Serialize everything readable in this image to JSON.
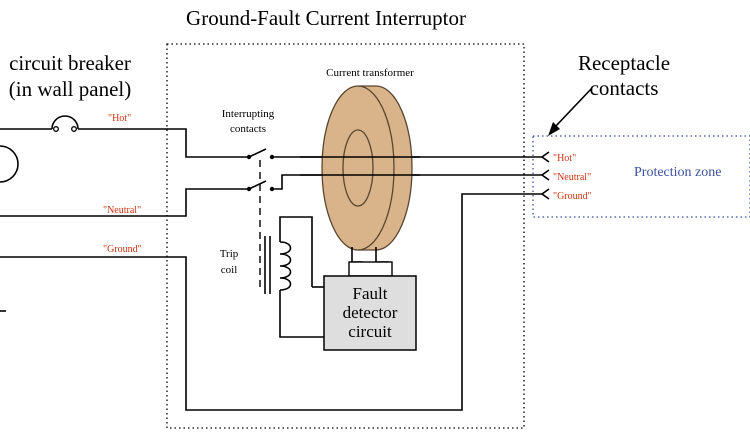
{
  "title": "Ground-Fault Current Interruptor",
  "breaker_label_line1": "circuit breaker",
  "breaker_label_line2": "(in wall panel)",
  "receptacle_label_line1": "Receptacle",
  "receptacle_label_line2": "contacts",
  "current_transformer_label": "Current transformer",
  "interrupting_contacts_line1": "Interrupting",
  "interrupting_contacts_line2": "contacts",
  "trip_coil_line1": "Trip",
  "trip_coil_line2": "coil",
  "fault_detector_line1": "Fault",
  "fault_detector_line2": "detector",
  "fault_detector_line3": "circuit",
  "wire_hot_left": "\"Hot\"",
  "wire_neutral_left": "\"Neutral\"",
  "wire_ground_left": "\"Ground\"",
  "wire_hot_right": "\"Hot\"",
  "wire_neutral_right": "\"Neutral\"",
  "wire_ground_right": "\"Ground\"",
  "protection_zone": "Protection zone",
  "colors": {
    "wire_label": "#cc3311",
    "zone_label": "#3b4fa0",
    "zone_border": "#3b4fa0",
    "transformer_fill": "#d9b48a",
    "transformer_stroke": "#5a4630",
    "detector_fill": "#dedede"
  }
}
